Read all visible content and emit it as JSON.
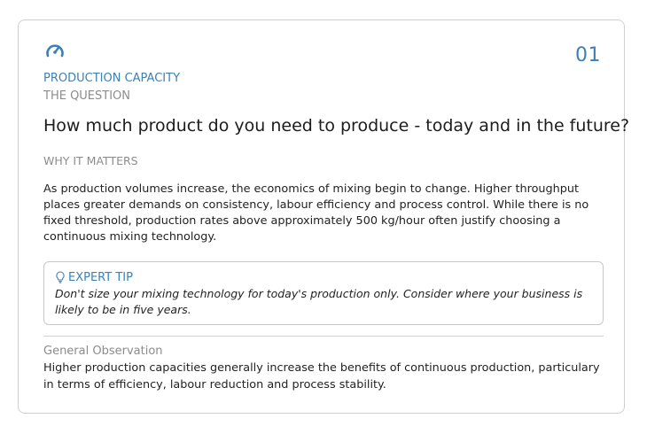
{
  "card": {
    "icon": "gauge-icon",
    "number": "01",
    "category": "PRODUCTION CAPACITY",
    "eyebrow": "THE QUESTION",
    "question": "How much product do you need to produce - today and in the future?",
    "why_label": "WHY IT MATTERS",
    "why_text": "As production volumes increase, the economics of mixing begin to change. Higher throughput places greater demands on consistency, labour efficiency and process control. While there is no fixed threshold, production rates above approximately 500 kg/hour often justify choosing a continuous mixing technology.",
    "tip": {
      "icon": "lightbulb-icon",
      "label": "EXPERT TIP",
      "text": "Don't size your mixing technology for today's production only. Consider where your business is likely to be in five years."
    },
    "observation": {
      "label": "General Observation",
      "text": "Higher production capacities generally increase the benefits of continuous production, particulary in terms of efficiency, labour reduction and process stability."
    }
  },
  "colors": {
    "accent": "#3c80b4",
    "muted": "#8c8c8c",
    "border": "#cfcfcf"
  }
}
